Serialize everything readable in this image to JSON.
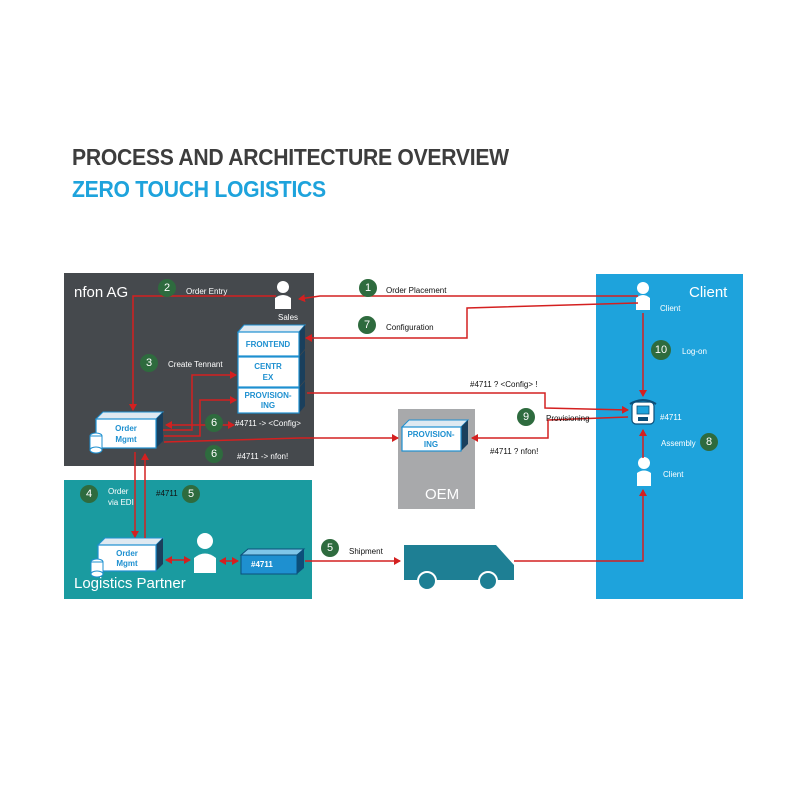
{
  "title": {
    "line1": "PROCESS AND ARCHITECTURE OVERVIEW",
    "line2": "ZERO TOUCH LOGISTICS"
  },
  "regions": {
    "nfon": "nfon AG",
    "client": "Client",
    "logistics": "Logistics Partner",
    "oem": "OEM"
  },
  "boxes": {
    "frontend": "FRONTEND",
    "centrex_1": "CENTR",
    "centrex_2": "EX",
    "prov_1": "PROVISION-",
    "prov_2": "ING",
    "order_1": "Order",
    "order_2": "Mgmt",
    "oem_prov_1": "PROVISION-",
    "oem_prov_2": "ING",
    "lp_order_1": "Order",
    "lp_order_2": "Mgmt",
    "package": "#4711"
  },
  "persons": {
    "sales": "Sales",
    "client_top": "Client",
    "client_bottom": "Client"
  },
  "steps": [
    {
      "num": "1",
      "label": "Order Placement"
    },
    {
      "num": "2",
      "label": "Order Entry"
    },
    {
      "num": "3",
      "label": "Create Tennant"
    },
    {
      "num": "4",
      "label_1": "Order",
      "label_2": "via EDI"
    },
    {
      "num": "5",
      "label": "#4711"
    },
    {
      "num": "5",
      "label": "Shipment"
    },
    {
      "num": "6",
      "label": "#4711 -> <Config>"
    },
    {
      "num": "6",
      "label": "#4711 -> nfon!"
    },
    {
      "num": "7",
      "label": "Configuration"
    },
    {
      "num": "8",
      "label": "Assembly"
    },
    {
      "num": "9",
      "label": "Provisioning"
    },
    {
      "num": "10",
      "label": "Log-on"
    }
  ],
  "annotations": {
    "config_query": "#4711 ? <Config> !",
    "nfon_query": "#4711 ? nfon!",
    "phone_id": "#4711"
  },
  "colors": {
    "nfon_bg": "#45494d",
    "client_bg": "#1ea3dc",
    "logistics_bg": "#1a9ba0",
    "oem_bg": "#a8a9ab",
    "arrow": "#d42020",
    "badge": "#2e6b3e",
    "box_text": "#1e90d0",
    "truck": "#1e7f94"
  }
}
